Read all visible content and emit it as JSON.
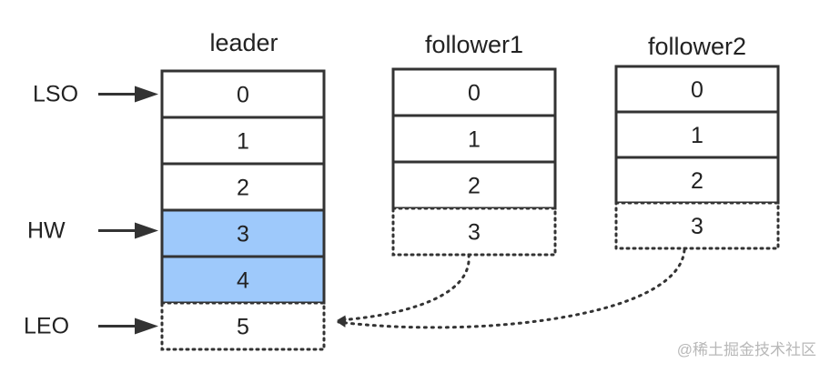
{
  "columns": [
    {
      "title": "leader",
      "cells": [
        {
          "label": "0",
          "style": "solid"
        },
        {
          "label": "1",
          "style": "solid"
        },
        {
          "label": "2",
          "style": "solid"
        },
        {
          "label": "3",
          "style": "highlight"
        },
        {
          "label": "4",
          "style": "highlight"
        },
        {
          "label": "5",
          "style": "dotted"
        }
      ]
    },
    {
      "title": "follower1",
      "cells": [
        {
          "label": "0",
          "style": "solid"
        },
        {
          "label": "1",
          "style": "solid"
        },
        {
          "label": "2",
          "style": "solid"
        },
        {
          "label": "3",
          "style": "dotted"
        }
      ]
    },
    {
      "title": "follower2",
      "cells": [
        {
          "label": "0",
          "style": "solid"
        },
        {
          "label": "1",
          "style": "solid"
        },
        {
          "label": "2",
          "style": "solid"
        },
        {
          "label": "3",
          "style": "dotted"
        }
      ]
    }
  ],
  "markers": [
    {
      "label": "LSO",
      "cell_index": 0
    },
    {
      "label": "HW",
      "cell_index": 3
    },
    {
      "label": "LEO",
      "cell_index": 5
    }
  ],
  "watermark": "@稀土掘金技术社区",
  "colors": {
    "highlight": "#9ec9fb",
    "stroke": "#333333"
  }
}
